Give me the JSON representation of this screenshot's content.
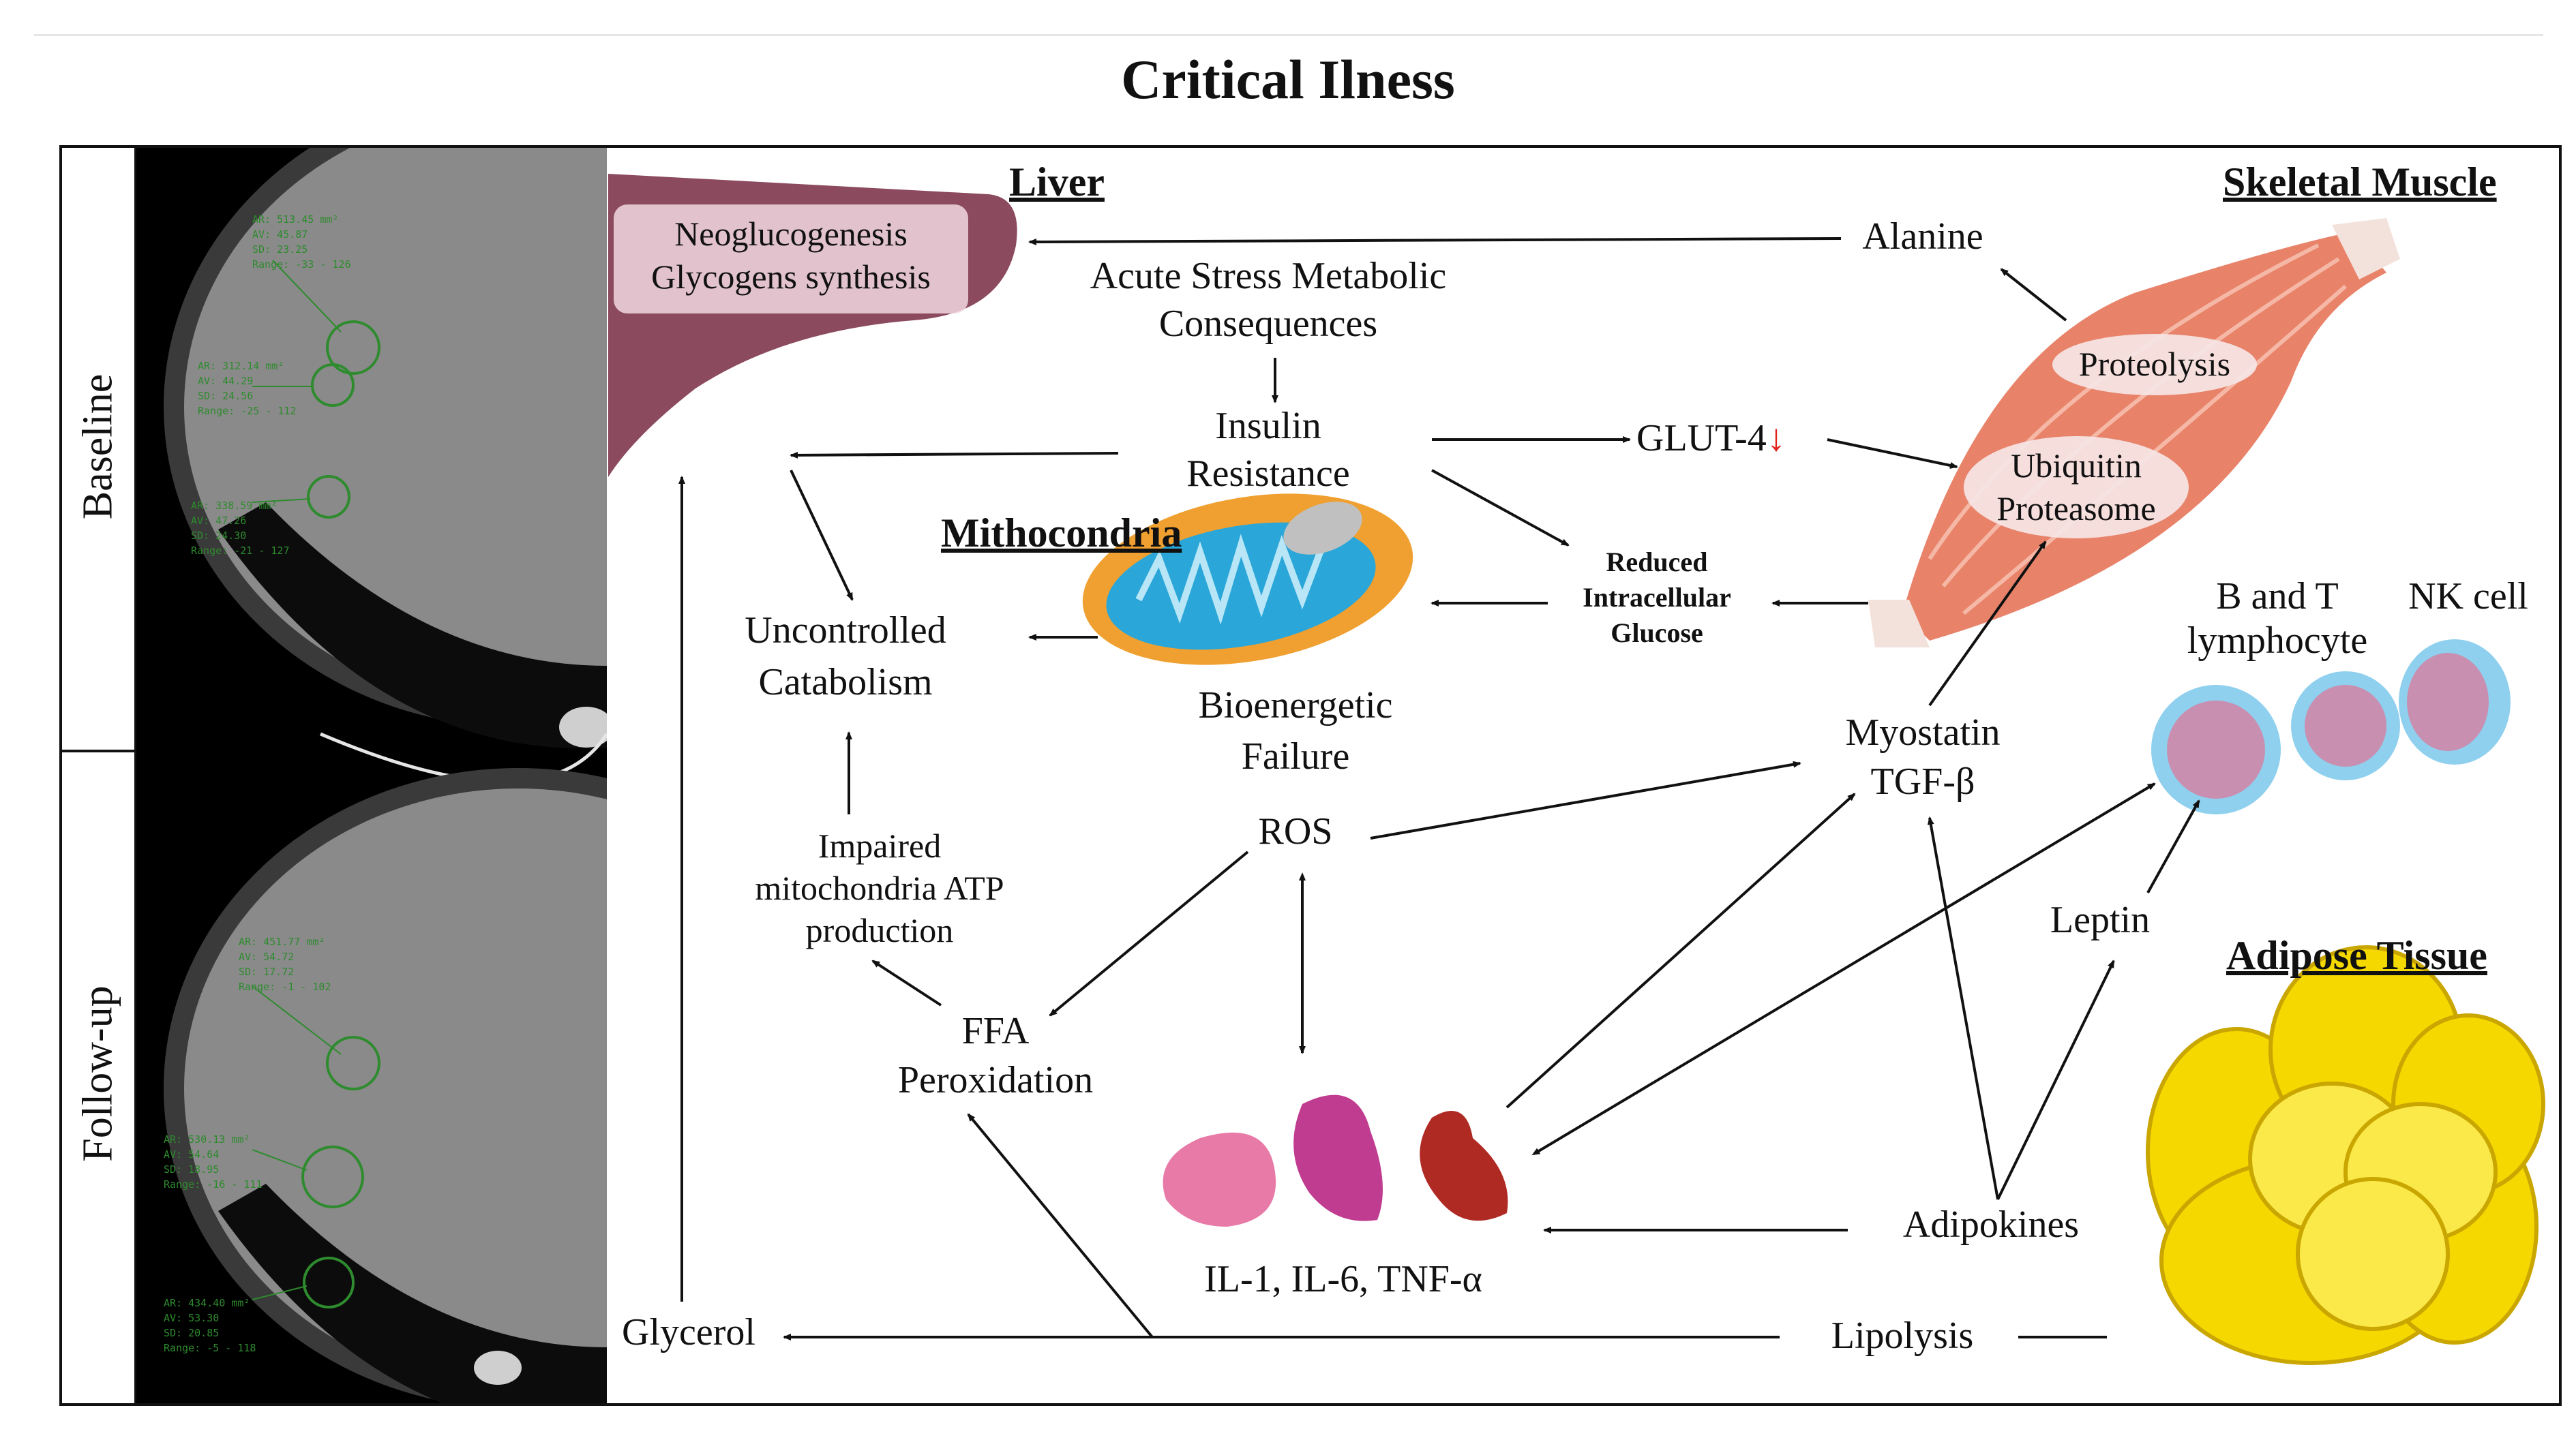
{
  "title": "Critical Ilness",
  "side_labels": {
    "top": "Baseline",
    "bottom": "Follow-up"
  },
  "ct": {
    "roi1": [
      "AR: 513.45 mm²",
      "AV: 45.87",
      "SD: 23.25",
      "Range: -33 - 126"
    ],
    "roi2": [
      "AR: 312.14 mm²",
      "AV: 44.29",
      "SD: 24.56",
      "Range: -25 - 112"
    ],
    "roi3": [
      "AR: 338.59 mm²",
      "AV: 47.26",
      "SD: 24.30",
      "Range: -21 - 127"
    ],
    "roi4": [
      "AR: 451.77 mm²",
      "AV: 54.72",
      "SD: 17.72",
      "Range: -1 - 102"
    ],
    "roi5": [
      "AR: 530.13 mm²",
      "AV: 54.64",
      "SD: 18.95",
      "Range: -16 - 111"
    ],
    "roi6": [
      "AR: 434.40 mm²",
      "AV: 53.30",
      "SD: 20.85",
      "Range: -5 - 118"
    ]
  },
  "sections": {
    "liver": "Liver",
    "skeletal_muscle": "Skeletal Muscle",
    "mitochondria": "Mithocondria",
    "adipose": "Adipose Tissue"
  },
  "liver_box": {
    "line1": "Neoglucogenesis",
    "line2": "Glycogens synthesis"
  },
  "nodes": {
    "alanine": "Alanine",
    "acute1": "Acute Stress Metabolic",
    "acute2": "Consequences",
    "insulin1": "Insulin",
    "insulin2": "Resistance",
    "glut4": "GLUT-4",
    "glut4_arrow": "↓",
    "proteolysis": "Proteolysis",
    "ubiquitin1": "Ubiquitin",
    "ubiquitin2": "Proteasome",
    "reduced1": "Reduced",
    "reduced2": "Intracellular",
    "reduced3": "Glucose",
    "uncontrolled1": "Uncontrolled",
    "uncontrolled2": "Catabolism",
    "bioenergetic1": "Bioenergetic",
    "bioenergetic2": "Failure",
    "bt1": "B and T",
    "bt2": "lymphocyte",
    "nk": "NK cell",
    "myostatin1": "Myostatin",
    "myostatin2": "TGF-β",
    "impaired1": "Impaired",
    "impaired2": "mitochondria ATP",
    "impaired3": "production",
    "ros": "ROS",
    "leptin": "Leptin",
    "ffa1": "FFA",
    "ffa2": "Peroxidation",
    "cytokines": "IL-1, IL-6, TNF-α",
    "adipokines": "Adipokines",
    "glycerol": "Glycerol",
    "lipolysis": "Lipolysis"
  },
  "colors": {
    "liver": "#8c4a5e",
    "muscle": "#e8836a",
    "mito_outer": "#f0a030",
    "mito_inner": "#2aa6d8",
    "fat": "#f5d800",
    "cell_blue": "#8fd0ee",
    "cell_pink": "#c88fb0",
    "cytokine_pink": "#e87aa8",
    "cytokine_magenta": "#c03c90",
    "cytokine_red": "#b02a24",
    "roi_green": "#2e8b2e"
  }
}
